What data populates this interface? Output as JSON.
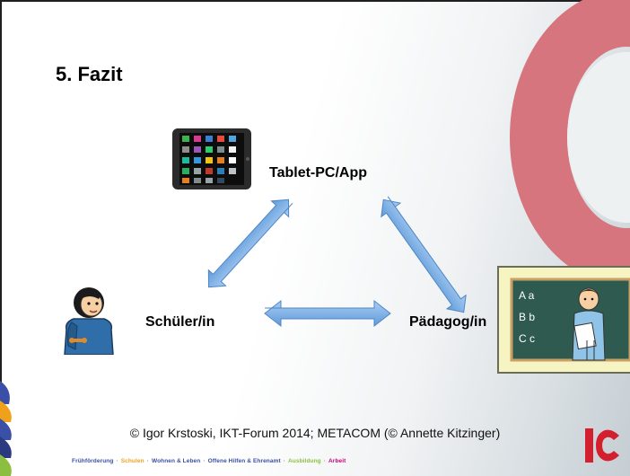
{
  "slide": {
    "title": "5.  Fazit",
    "tablet_label": "Tablet-PC/App",
    "student_label": "Schüler/in",
    "teacher_label": "Pädagog/in",
    "board_lines": [
      "A a",
      "B b",
      "C c"
    ]
  },
  "footer": {
    "copyright": "© Igor Krstoski, IKT-Forum 2014; METACOM (© Annette Kitzinger)",
    "tagline": [
      {
        "text": "Frühförderung",
        "color": "#3a4fa6"
      },
      {
        "text": "·",
        "color": "#888888"
      },
      {
        "text": "Schulen",
        "color": "#f0a11b"
      },
      {
        "text": "·",
        "color": "#888888"
      },
      {
        "text": "Wohnen & Leben",
        "color": "#3a4fa6"
      },
      {
        "text": "·",
        "color": "#888888"
      },
      {
        "text": "Offene Hilfen & Ehrenamt",
        "color": "#3a4fa6"
      },
      {
        "text": "·",
        "color": "#888888"
      },
      {
        "text": "Ausbildung",
        "color": "#8cbf3f"
      },
      {
        "text": "·",
        "color": "#888888"
      },
      {
        "text": "Arbeit",
        "color": "#c9007a"
      }
    ]
  },
  "colors": {
    "arrow": "#7fb2e8",
    "ring": "#d6757d",
    "logo": "#d31f2e",
    "board": "#2e5a4f"
  },
  "icons": [
    "tablet-icon",
    "student-icon",
    "teacher-icon",
    "logo-icon"
  ]
}
